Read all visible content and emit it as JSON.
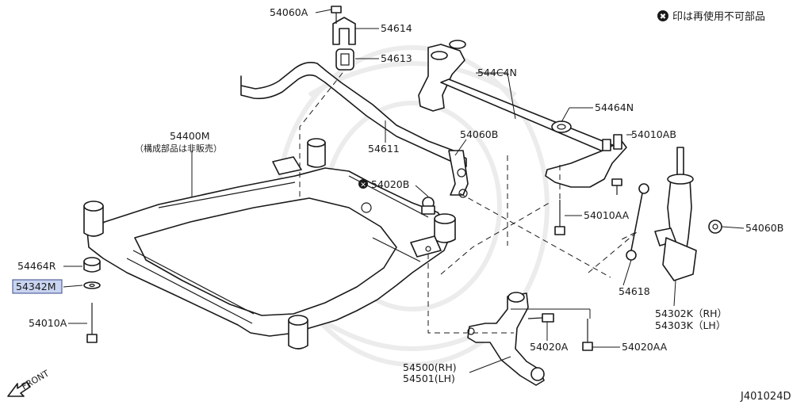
{
  "legend": {
    "symbol": "✖",
    "text": "印は再使用不可部品"
  },
  "diagram_code": "J401024D",
  "front_label": "FRONT",
  "highlight_color": "#c8d4f0",
  "callouts": {
    "p54060A": "54060A",
    "p54614": "54614",
    "p54613": "54613",
    "p544C4N": "544C4N",
    "p54464N": "54464N",
    "p54010AB": "54010AB",
    "p54400M": "54400M",
    "p54400M_note": "（構成部品は非販売）",
    "p54611": "54611",
    "p54060B_top": "54060B",
    "p54020B": "54020B",
    "p54010AA": "54010AA",
    "p54060B_right": "54060B",
    "p54464R": "54464R",
    "p54342M": "54342M",
    "p54010A": "54010A",
    "p54618": "54618",
    "p54302K": "54302K（RH）",
    "p54303K": "54303K（LH）",
    "p54020A": "54020A",
    "p54020AA": "54020AA",
    "p54500": "54500(RH)",
    "p54501": "54501(LH)"
  }
}
